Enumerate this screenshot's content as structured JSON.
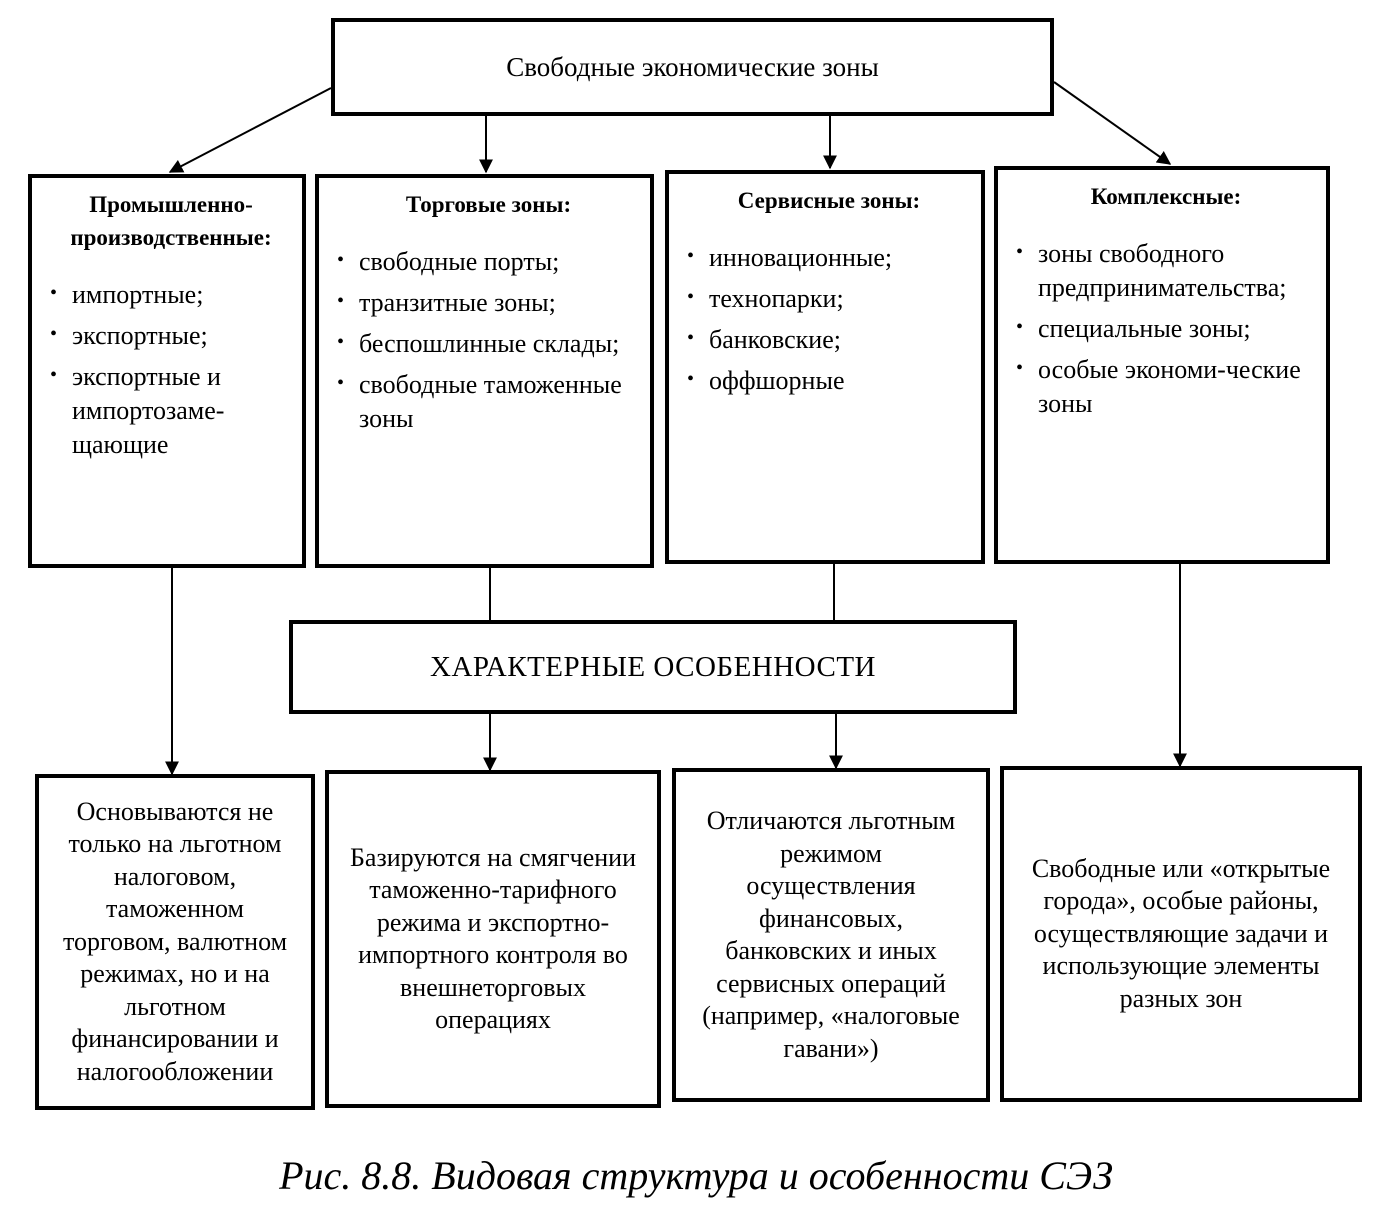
{
  "root": {
    "title": "Свободные экономические зоны"
  },
  "categories": [
    {
      "heading": "Промышленно-производственные:",
      "items": [
        "импортные;",
        "экспортные;",
        "экспортные и импортозаме-щающие"
      ]
    },
    {
      "heading": "Торговые зоны:",
      "items": [
        "свободные порты;",
        "транзитные зоны;",
        "беспошлинные склады;",
        "свободные таможенные зоны"
      ]
    },
    {
      "heading": "Сервисные зоны:",
      "items": [
        "инновационные;",
        "технопарки;",
        "банковские;",
        "оффшорные"
      ]
    },
    {
      "heading": "Комплексные:",
      "items": [
        "зоны свободного предпринимательства;",
        "специальные зоны;",
        "особые экономи-ческие зоны"
      ]
    }
  ],
  "features": {
    "title": "ХАРАКТЕРНЫЕ ОСОБЕННОСТИ"
  },
  "descriptions": [
    "Основываются не только на льготном налоговом, таможенном торговом, валютном режимах, но и на льготном финансировании и налогообложении",
    "Базируются на смягчении таможенно-тарифного режима и экспортно-импортного контроля во внешнеторговых операциях",
    "Отличаются льготным режимом осуществления финансовых, банковских и иных сервисных операций (например, «налоговые гавани»)",
    "Свободные или «открытые города», особые районы, осуществляющие задачи и использующие элементы разных зон"
  ],
  "caption": "Рис. 8.8. Видовая структура и особенности СЭЗ"
}
